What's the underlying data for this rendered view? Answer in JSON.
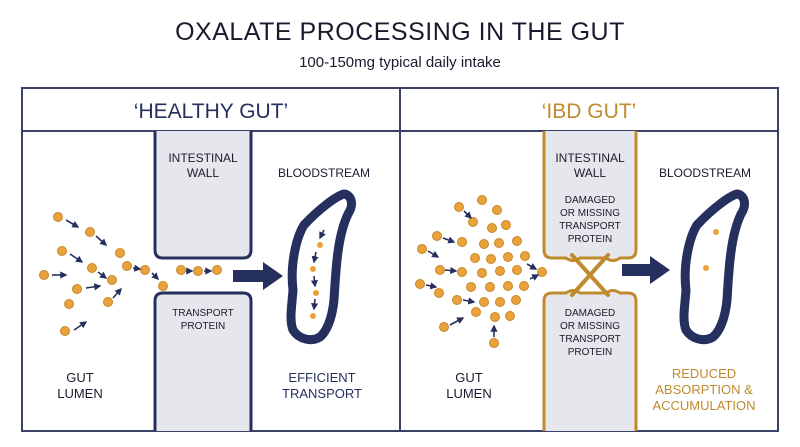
{
  "title": "OXALATE PROCESSING IN THE GUT",
  "subtitle": "100-150mg typical daily intake",
  "colors": {
    "navy": "#26305e",
    "gold": "#c08a2e",
    "particle": "#e8a43a",
    "particle_stroke": "#c9862a",
    "wall_fill": "#e6e7ec"
  },
  "healthy": {
    "heading": "‘HEALTHY GUT’",
    "wall_label": [
      "INTESTINAL",
      "WALL"
    ],
    "blood_label": "BLOODSTREAM",
    "transport_label": [
      "TRANSPORT",
      "PROTEIN"
    ],
    "lumen_label": [
      "GUT",
      "LUMEN"
    ],
    "result_label": [
      "EFFICIENT",
      "TRANSPORT"
    ]
  },
  "ibd": {
    "heading": "‘IBD GUT’",
    "wall_label": [
      "INTESTINAL",
      "WALL"
    ],
    "blood_label": "BLOODSTREAM",
    "damaged_top": [
      "DAMAGED",
      "OR MISSING",
      "TRANSPORT",
      "PROTEIN"
    ],
    "damaged_bottom": [
      "DAMAGED",
      "OR MISSING",
      "TRANSPORT",
      "PROTEIN"
    ],
    "lumen_label": [
      "GUT",
      "LUMEN"
    ],
    "result_label": [
      "REDUCED",
      "ABSORPTION &",
      "ACCUMULATION"
    ]
  }
}
